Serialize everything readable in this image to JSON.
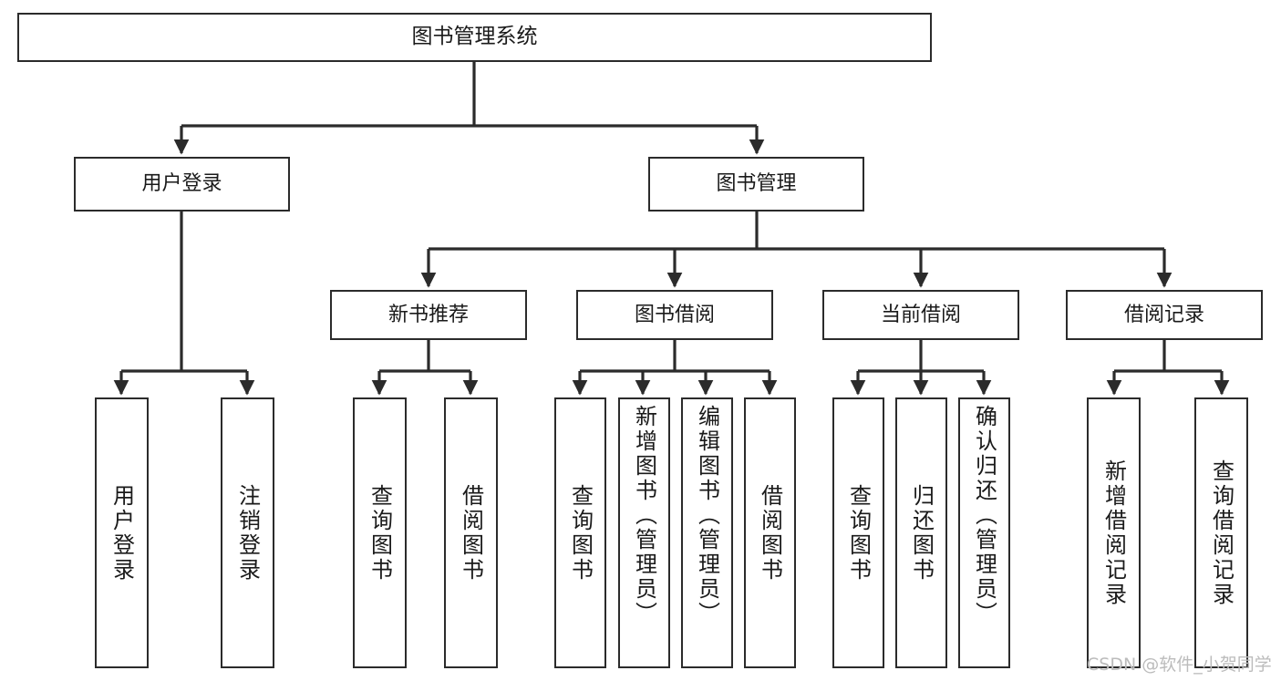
{
  "diagram": {
    "title": "图书管理系统",
    "type": "tree-hierarchy",
    "colors": {
      "box_border": "#2b2b2b",
      "box_fill": "#ffffff",
      "connector": "#2b2b2b",
      "text": "#1a1a1a",
      "watermark": "#bcbcbc",
      "background": "#ffffff"
    },
    "levels": {
      "root": "图书管理系统",
      "level2": [
        "用户登录",
        "图书管理"
      ],
      "level3": [
        "新书推荐",
        "图书借阅",
        "当前借阅",
        "借阅记录"
      ]
    },
    "nodes": {
      "root": {
        "label": "图书管理系统"
      },
      "user_login": {
        "label": "用户登录"
      },
      "book_manage": {
        "label": "图书管理"
      },
      "new_book_rec": {
        "label": "新书推荐"
      },
      "book_borrow": {
        "label": "图书借阅"
      },
      "current_borrow": {
        "label": "当前借阅"
      },
      "borrow_record": {
        "label": "借阅记录"
      },
      "leaf_user_login": {
        "label": "用户登录"
      },
      "leaf_logout": {
        "label": "注销登录"
      },
      "leaf_query_book_a": {
        "label": "查询图书"
      },
      "leaf_borrow_book_a": {
        "label": "借阅图书"
      },
      "leaf_query_book_b": {
        "label": "查询图书"
      },
      "leaf_add_book": {
        "label": "新增图书（管理员）"
      },
      "leaf_edit_book": {
        "label": "编辑图书（管理员）"
      },
      "leaf_borrow_book_b": {
        "label": "借阅图书"
      },
      "leaf_query_book_c": {
        "label": "查询图书"
      },
      "leaf_return_book": {
        "label": "归还图书"
      },
      "leaf_confirm_return": {
        "label": "确认归还（管理员）"
      },
      "leaf_add_record": {
        "label": "新增借阅记录"
      },
      "leaf_query_record": {
        "label": "查询借阅记录"
      }
    },
    "watermark": "CSDN @软件_小贺同学"
  }
}
